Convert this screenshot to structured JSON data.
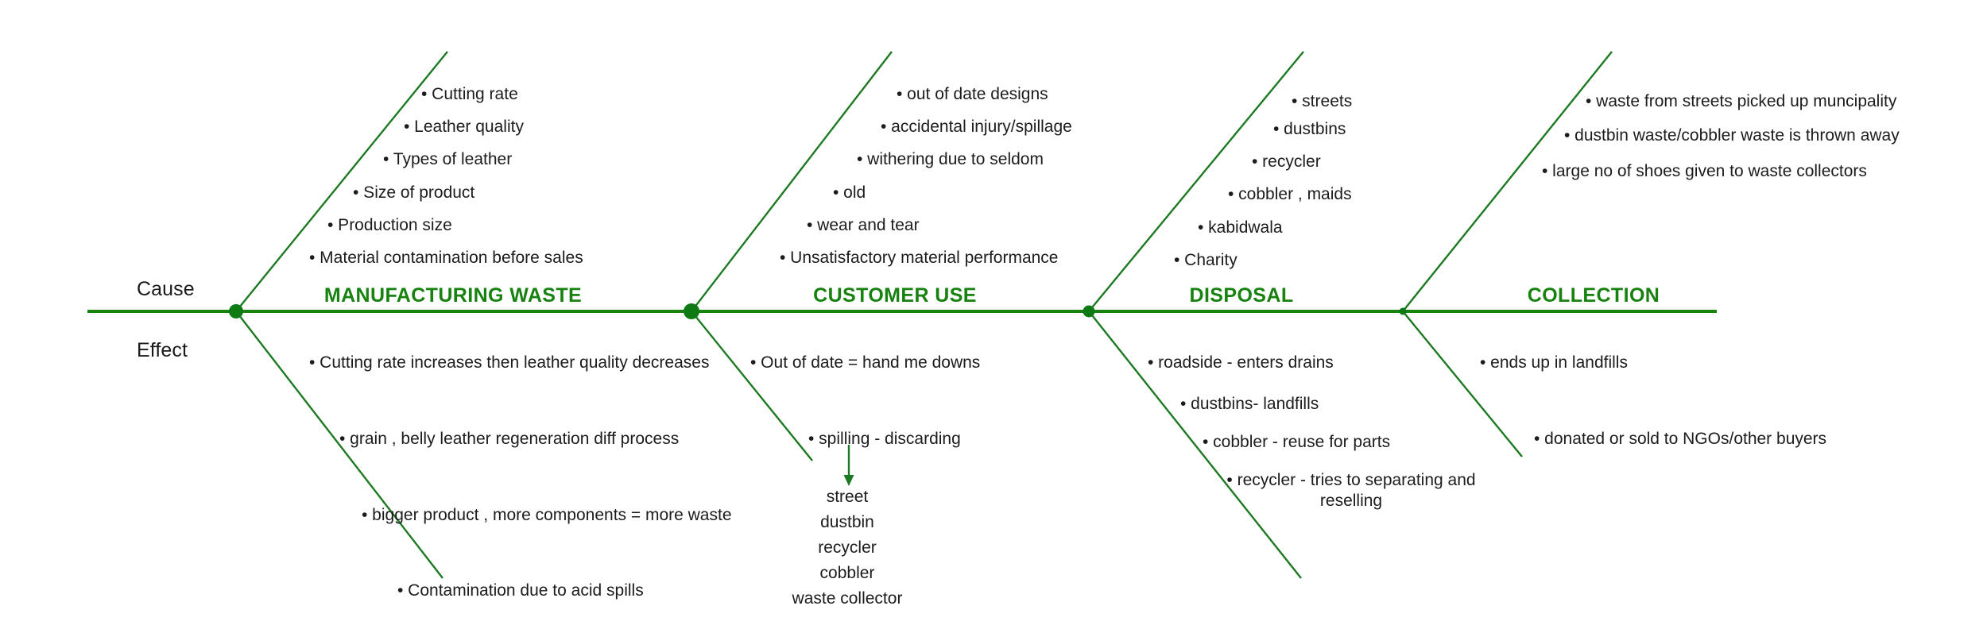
{
  "diagram": {
    "type": "fishbone-ishikawa",
    "title": "",
    "axis_labels": {
      "cause": "Cause",
      "effect": "Effect"
    },
    "colors": {
      "spine": "#17820f",
      "bone": "#1d7a22",
      "node": "#0d7a14",
      "category_text": "#17820f",
      "body_text": "#1c1c1c",
      "background": "#ffffff"
    },
    "categories": [
      {
        "label": "MANUFACTURING WASTE",
        "causes": [
          "• Cutting rate",
          "• Leather quality",
          "• Types of leather",
          "• Size of product",
          "• Production size",
          "• Material contamination before sales"
        ],
        "effects": [
          "• Cutting rate increases then leather quality decreases",
          "• grain , belly leather regeneration diff process",
          "• bigger product , more components = more waste",
          "• Contamination due to acid spills"
        ]
      },
      {
        "label": "CUSTOMER USE",
        "causes": [
          "• out of date designs",
          "• accidental injury/spillage",
          "• withering due to seldom",
          "• old",
          "• wear and tear",
          "• Unsatisfactory material performance"
        ],
        "effects": [
          "• Out of date = hand  me  downs",
          "• spilling - discarding"
        ],
        "sub_list": {
          "arrow": "down-arrow",
          "items": [
            "street",
            "dustbin",
            "recycler",
            "cobbler",
            "waste collector"
          ]
        }
      },
      {
        "label": "DISPOSAL",
        "causes": [
          "• streets",
          "• dustbins",
          "• recycler",
          "• cobbler , maids",
          "• kabidwala",
          "• Charity"
        ],
        "effects": [
          "• roadside - enters drains",
          "• dustbins- landfills",
          "• cobbler - reuse for parts",
          "• recycler - tries to separating and reselling"
        ]
      },
      {
        "label": "COLLECTION",
        "causes": [
          "• waste from streets picked up muncipality",
          "• dustbin waste/cobbler waste is thrown away",
          "• large no of shoes given to waste collectors"
        ],
        "effects": [
          "• ends up in landfills",
          "• donated or sold to NGOs/other buyers"
        ]
      }
    ]
  }
}
